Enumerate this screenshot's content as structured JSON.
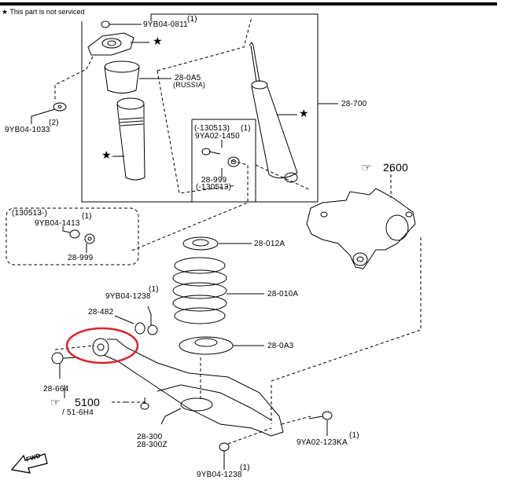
{
  "legend": {
    "star_note": "This part is not serviced",
    "star_symbol": "★"
  },
  "callouts": {
    "nut_top": {
      "qty": "(1)",
      "part": "9YB04-0811"
    },
    "upper_mount_star": "★",
    "bump_stop": {
      "part": "28-0A5",
      "note": "(RUSSIA)"
    },
    "dust_boot_star": "★",
    "washer_left": {
      "qty": "(2)",
      "part": "9YB04-1033"
    },
    "shock": {
      "part": "28-700",
      "star": "★"
    },
    "bolt_pre": {
      "date": "(-130513)",
      "qty": "(1)",
      "part": "9YA02-1450"
    },
    "bushing_pre": {
      "part": "28-999",
      "date": "(-130513)"
    },
    "bolt_post": {
      "date": "(130513-)",
      "qty": "(1)",
      "part": "9YB04-1413"
    },
    "bushing_post": {
      "part": "28-999"
    },
    "knuckle_ref": {
      "arrow": "☞",
      "ref": "2600"
    },
    "spring_upper_seat": "28-012A",
    "coil_spring": "28-010A",
    "spring_lower_seat": "28-0A3",
    "nut_arm": {
      "qty": "(1)",
      "part": "9YB04-1238"
    },
    "arm_bushing": "28-482",
    "arm_bolt": "28-664",
    "subframe_ref": {
      "arrow": "☞",
      "ref": "5100",
      "sub": "/ 51-6H4"
    },
    "lower_arm": {
      "part": "28-300",
      "alt": "28-300Z"
    },
    "outer_bolt": {
      "qty": "(1)",
      "part": "9YA02-123KA"
    },
    "nut_bottom": {
      "qty": "(1)",
      "part": "9YB04-1238"
    },
    "fwd": "FWD"
  },
  "highlight": {
    "color": "#d9262b",
    "target": "28-482 bushing"
  }
}
